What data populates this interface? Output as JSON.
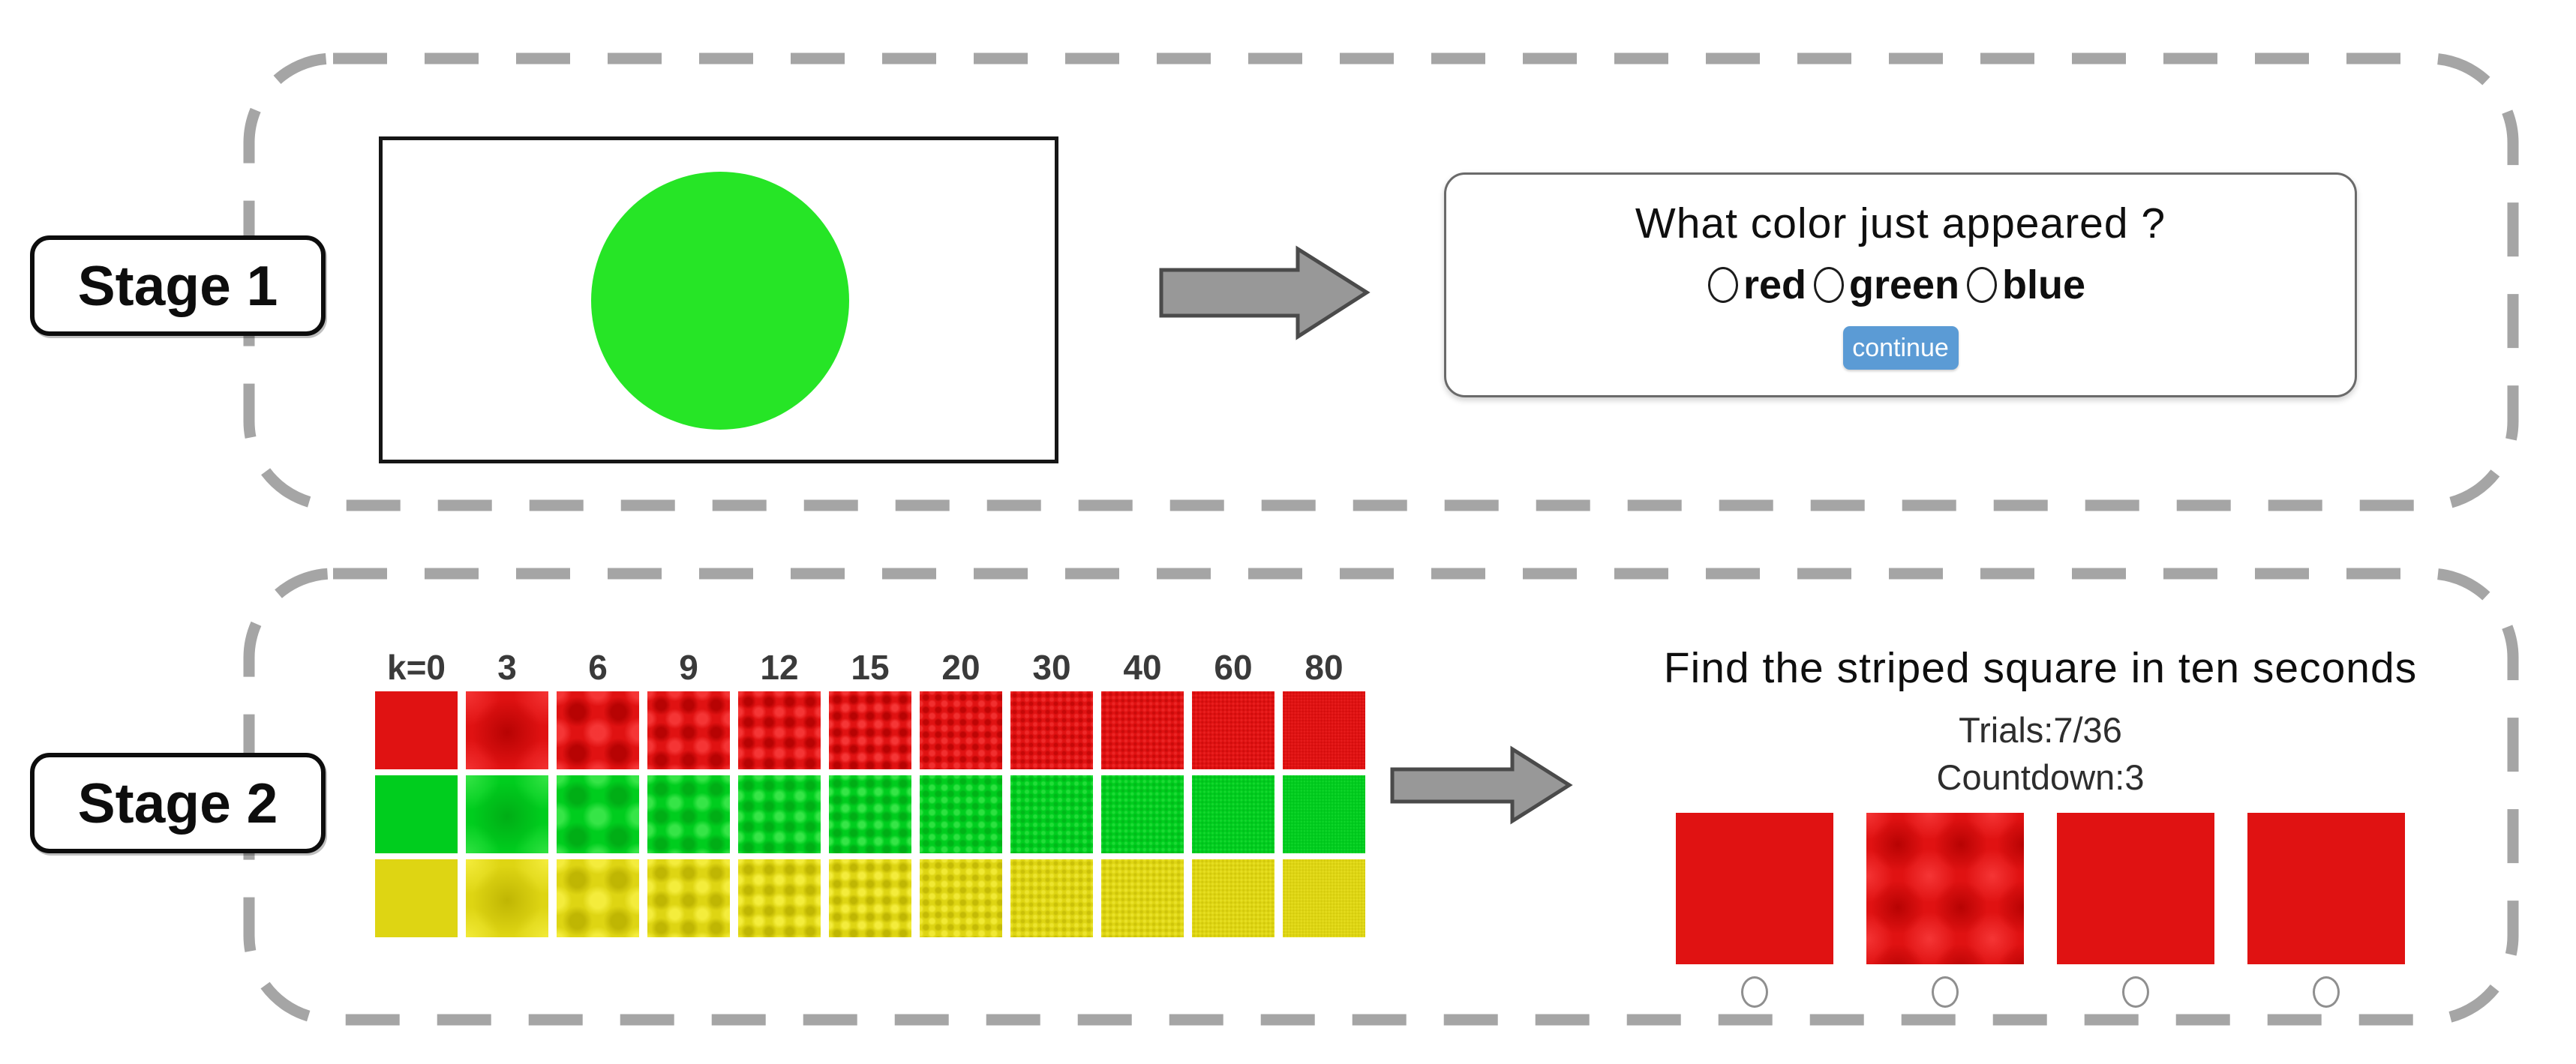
{
  "stage1": {
    "label": "Stage 1",
    "stimulus": {
      "shape": "circle",
      "color": "#26e526"
    },
    "panel": {
      "title": "What color just appeared ?",
      "options": [
        "red",
        "green",
        "blue"
      ],
      "continue_label": "continue",
      "button_color": "#5b9bd5"
    }
  },
  "stage2": {
    "label": "Stage 2",
    "grid": {
      "k_labels": [
        "k=0",
        "3",
        "6",
        "9",
        "12",
        "15",
        "20",
        "30",
        "40",
        "60",
        "80"
      ],
      "k_values": [
        0,
        3,
        6,
        9,
        12,
        15,
        20,
        30,
        40,
        60,
        80
      ],
      "rows": [
        {
          "name": "red",
          "base": "#e01212",
          "dark": [
            176,
            0,
            0
          ],
          "light": [
            255,
            70,
            70
          ]
        },
        {
          "name": "green",
          "base": "#00cd1e",
          "dark": [
            0,
            168,
            20
          ],
          "light": [
            80,
            240,
            90
          ]
        },
        {
          "name": "yellow",
          "base": "#ded513",
          "dark": [
            186,
            176,
            0
          ],
          "light": [
            255,
            248,
            80
          ]
        }
      ]
    },
    "panel": {
      "title": "Find the striped square in ten seconds",
      "trials": "Trials:7/36",
      "countdown": "Countdown:3",
      "square_color": "#e01212",
      "squares": [
        {
          "striped": false
        },
        {
          "striped": true
        },
        {
          "striped": false
        },
        {
          "striped": false
        }
      ]
    }
  },
  "decor": {
    "dash_color": "#a5a5a5",
    "arrow_fill": "#989898",
    "arrow_stroke": "#4a4a4a"
  }
}
